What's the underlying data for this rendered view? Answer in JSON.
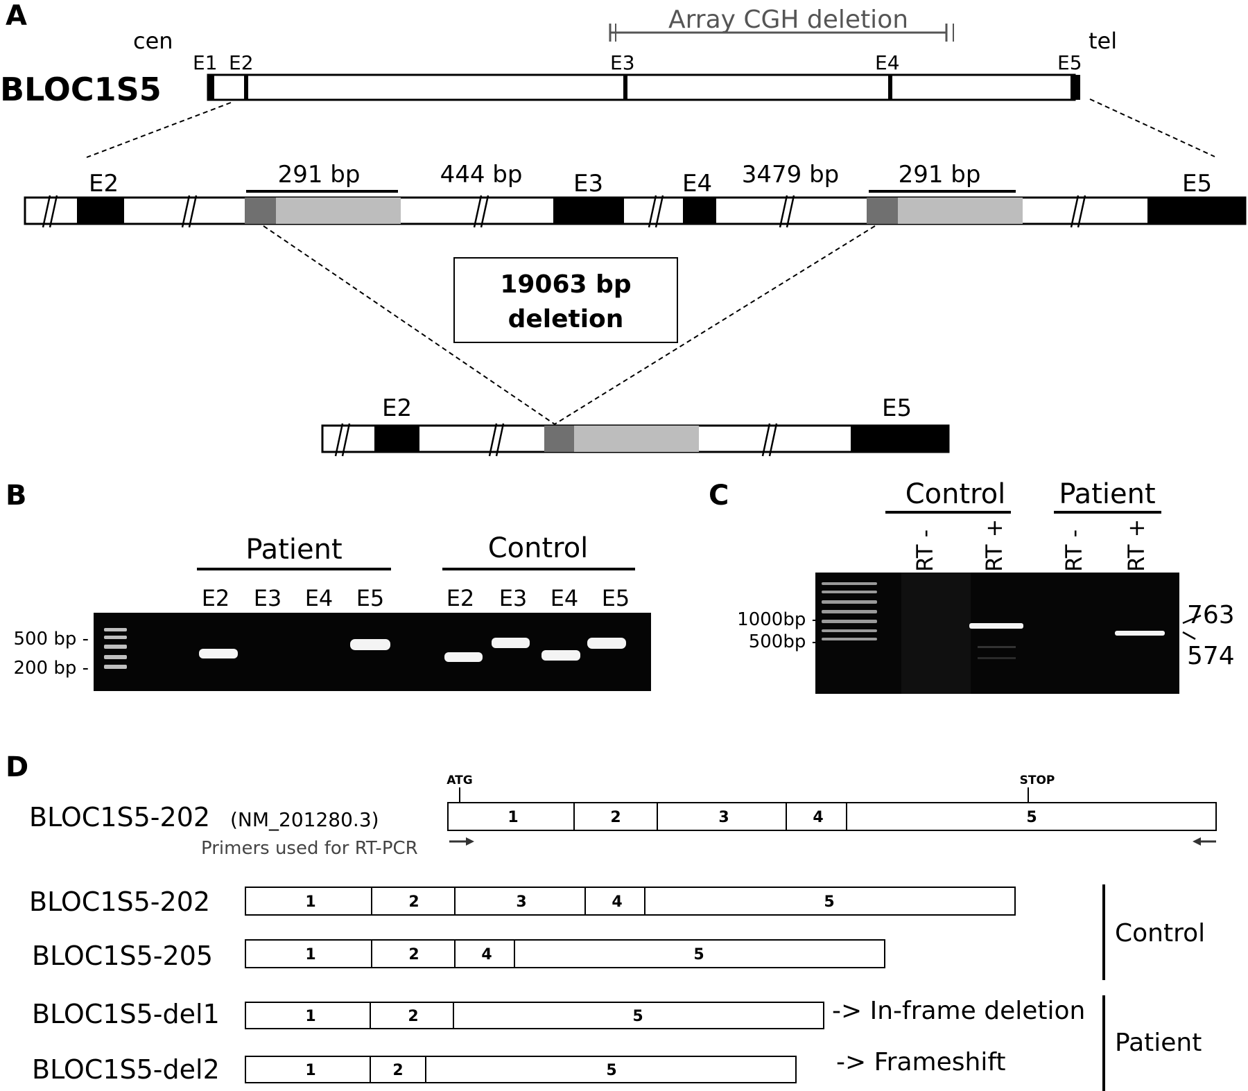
{
  "panels": {
    "a": "A",
    "b": "B",
    "c": "C",
    "d": "D"
  },
  "panel_a": {
    "gene": "BLOC1S5",
    "cen": "cen",
    "tel": "tel",
    "array_cgh": "Array CGH deletion",
    "top_exons": [
      "E1",
      "E2",
      "E3",
      "E4",
      "E5"
    ],
    "mid_exons": [
      "E2",
      "E3",
      "E4",
      "E5"
    ],
    "bp_291_left": "291 bp",
    "bp_444": "444 bp",
    "bp_3479": "3479 bp",
    "bp_291_right": "291 bp",
    "deletion_line1": "19063 bp",
    "deletion_line2": "deletion",
    "bottom_exons": [
      "E2",
      "E5"
    ]
  },
  "panel_b": {
    "patient": "Patient",
    "control": "Control",
    "lanes": [
      "E2",
      "E3",
      "E4",
      "E5",
      "E2",
      "E3",
      "E4",
      "E5"
    ],
    "marker_500": "500 bp -",
    "marker_200": "200 bp -"
  },
  "panel_c": {
    "control": "Control",
    "patient": "Patient",
    "lanes": [
      "RT -",
      "RT +",
      "RT -",
      "RT +"
    ],
    "marker_1000": "1000bp -",
    "marker_500": "500bp -",
    "size_763": "763",
    "size_574": "574"
  },
  "panel_d": {
    "ref_name": "BLOC1S5-202",
    "ref_acc": "(NM_201280.3)",
    "atg": "ATG",
    "stop": "STOP",
    "primers": "Primers used for RT-PCR",
    "ref_exons": [
      "1",
      "2",
      "3",
      "4",
      "5"
    ],
    "transcripts": [
      {
        "name": "BLOC1S5-202",
        "exons": [
          "1",
          "2",
          "3",
          "4",
          "5"
        ]
      },
      {
        "name": "BLOC1S5-205",
        "exons": [
          "1",
          "2",
          "4",
          "5"
        ]
      },
      {
        "name": "BLOC1S5-del1",
        "exons": [
          "1",
          "2",
          "5"
        ],
        "note": "-> In-frame deletion"
      },
      {
        "name": "BLOC1S5-del2",
        "exons": [
          "1",
          "2",
          "5"
        ],
        "note": "-> Frameshift"
      }
    ],
    "control": "Control",
    "patient": "Patient"
  }
}
